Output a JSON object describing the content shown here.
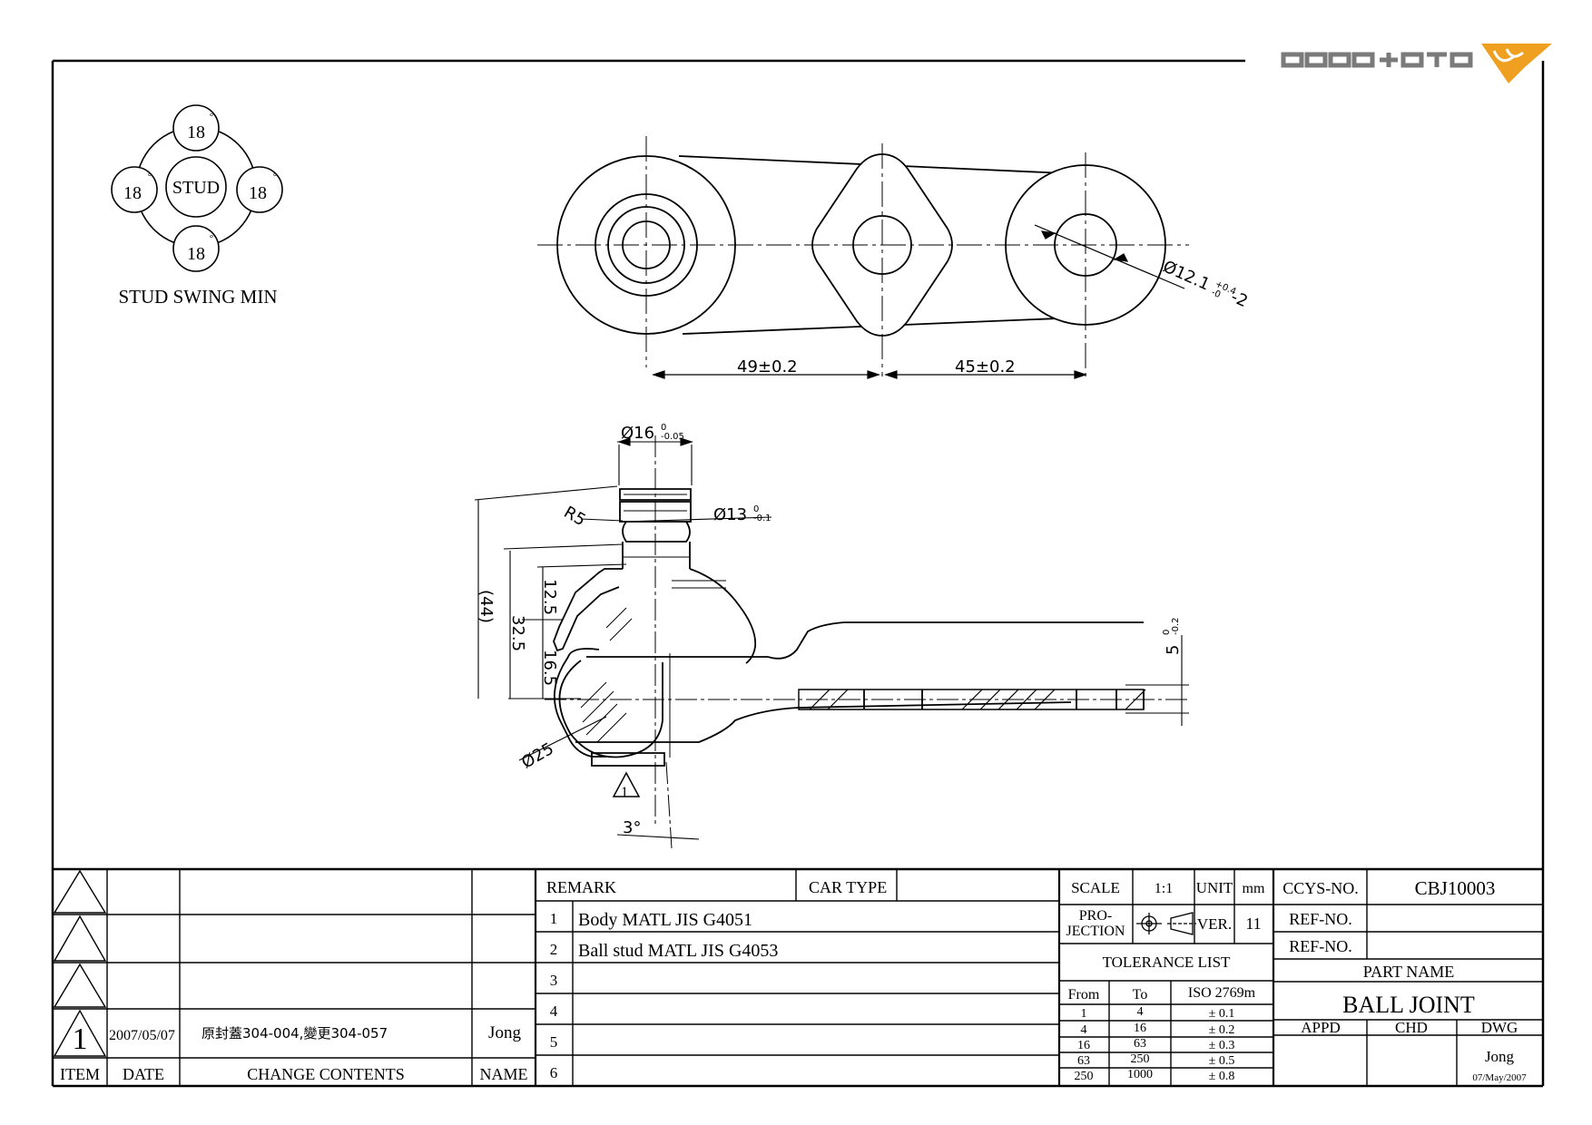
{
  "logo": {
    "text": "CCYS+CTC"
  },
  "swing": {
    "center": "STUD",
    "angles": [
      "18",
      "18",
      "18",
      "18"
    ],
    "deg": "°",
    "caption": "STUD SWING MIN"
  },
  "dims": {
    "d49": "49±0.2",
    "d45": "45±0.2",
    "d12": "Ø12.1",
    "d12_tol_up": "+0.4",
    "d12_tol_dn": "-0",
    "d12_suffix": "-2",
    "d16": "Ø16",
    "d16_tol_up": "0",
    "d16_tol_dn": "-0.05",
    "d13": "Ø13",
    "d13_tol_up": "0",
    "d13_tol_dn": "-0.1",
    "r5": "R5",
    "h44": "(44)",
    "h325": "32.5",
    "h125": "12.5",
    "h165": "16.5",
    "d25": "Ø25",
    "t5": "5",
    "t5_tol_up": "0",
    "t5_tol_dn": "-0.2",
    "angle3": "3°",
    "rev_mark": "1"
  },
  "revisions": {
    "rows": [
      {
        "item": "",
        "date": "",
        "contents": "",
        "name": ""
      },
      {
        "item": "",
        "date": "",
        "contents": "",
        "name": ""
      },
      {
        "item": "",
        "date": "",
        "contents": "",
        "name": ""
      },
      {
        "item": "1",
        "date": "2007/05/07",
        "contents": "原封蓋304-004,變更304-057",
        "name": "Jong"
      }
    ],
    "headers": {
      "item": "ITEM",
      "date": "DATE",
      "contents": "CHANGE CONTENTS",
      "name": "NAME"
    }
  },
  "remarks": {
    "header": "REMARK",
    "car_type_label": "CAR TYPE",
    "car_type_value": "",
    "rows": [
      {
        "no": "1",
        "text": "Body MATL JIS G4051"
      },
      {
        "no": "2",
        "text": "Ball stud MATL JIS G4053"
      },
      {
        "no": "3",
        "text": ""
      },
      {
        "no": "4",
        "text": ""
      },
      {
        "no": "5",
        "text": ""
      },
      {
        "no": "6",
        "text": ""
      }
    ]
  },
  "specs": {
    "scale_label": "SCALE",
    "scale": "1:1",
    "unit_label": "UNIT",
    "unit": "mm",
    "projection_label_1": "PRO-",
    "projection_label_2": "JECTION",
    "ver_label": "VER.",
    "ver": "11",
    "tolerance_title": "TOLERANCE LIST",
    "tol_headers": {
      "from": "From",
      "to": "To",
      "iso": "ISO 2769m"
    },
    "tol_rows": [
      {
        "from": "1",
        "to": "4",
        "tol": "± 0.1"
      },
      {
        "from": "4",
        "to": "16",
        "tol": "± 0.2"
      },
      {
        "from": "16",
        "to": "63",
        "tol": "± 0.3"
      },
      {
        "from": "63",
        "to": "250",
        "tol": "± 0.5"
      },
      {
        "from": "250",
        "to": "1000",
        "tol": "± 0.8"
      }
    ]
  },
  "title": {
    "ccys_label": "CCYS-NO.",
    "ccys_no": "CBJ10003",
    "ref_label_1": "REF-NO.",
    "ref_1": "",
    "ref_label_2": "REF-NO.",
    "ref_2": "",
    "part_name_label": "PART NAME",
    "part_name": "BALL JOINT",
    "appd_label": "APPD",
    "chd_label": "CHD",
    "dwg_label": "DWG",
    "appd": "",
    "chd": "",
    "dwg": "Jong",
    "date": "07/May/2007"
  }
}
